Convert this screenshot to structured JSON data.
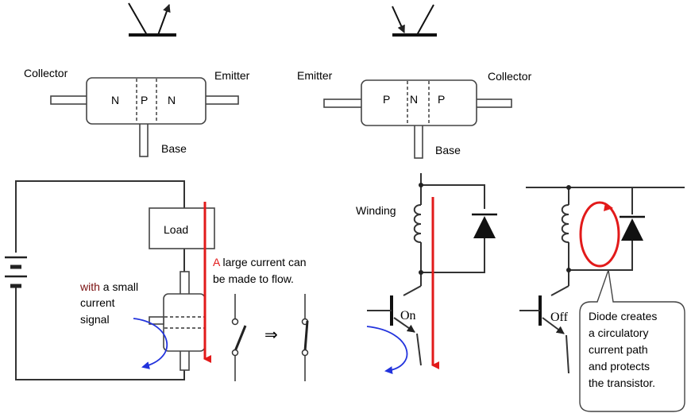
{
  "npn": {
    "collector": "Collector",
    "emitter": "Emitter",
    "base": "Base",
    "regions": [
      "N",
      "P",
      "N"
    ]
  },
  "pnp": {
    "emitter": "Emitter",
    "collector": "Collector",
    "base": "Base",
    "regions": [
      "P",
      "N",
      "P"
    ]
  },
  "switch_circuit": {
    "load": "Load",
    "signal_word": "with",
    "signal_rest": "a  small",
    "signal_line2": "current",
    "signal_line3": "signal",
    "flow_line1_first": "A",
    "flow_line1_rest": " large current can",
    "flow_line2": "be made to flow.",
    "arrow_symbol": "⇒"
  },
  "winding_circuit": {
    "winding": "Winding",
    "on": "On",
    "off": "Off",
    "callout": [
      "Diode creates",
      "a circulatory",
      "current path",
      "and protects",
      "the transistor."
    ]
  },
  "colors": {
    "current": "#e21a1a",
    "signal": "#2233dd",
    "with_word": "#7a1010"
  }
}
